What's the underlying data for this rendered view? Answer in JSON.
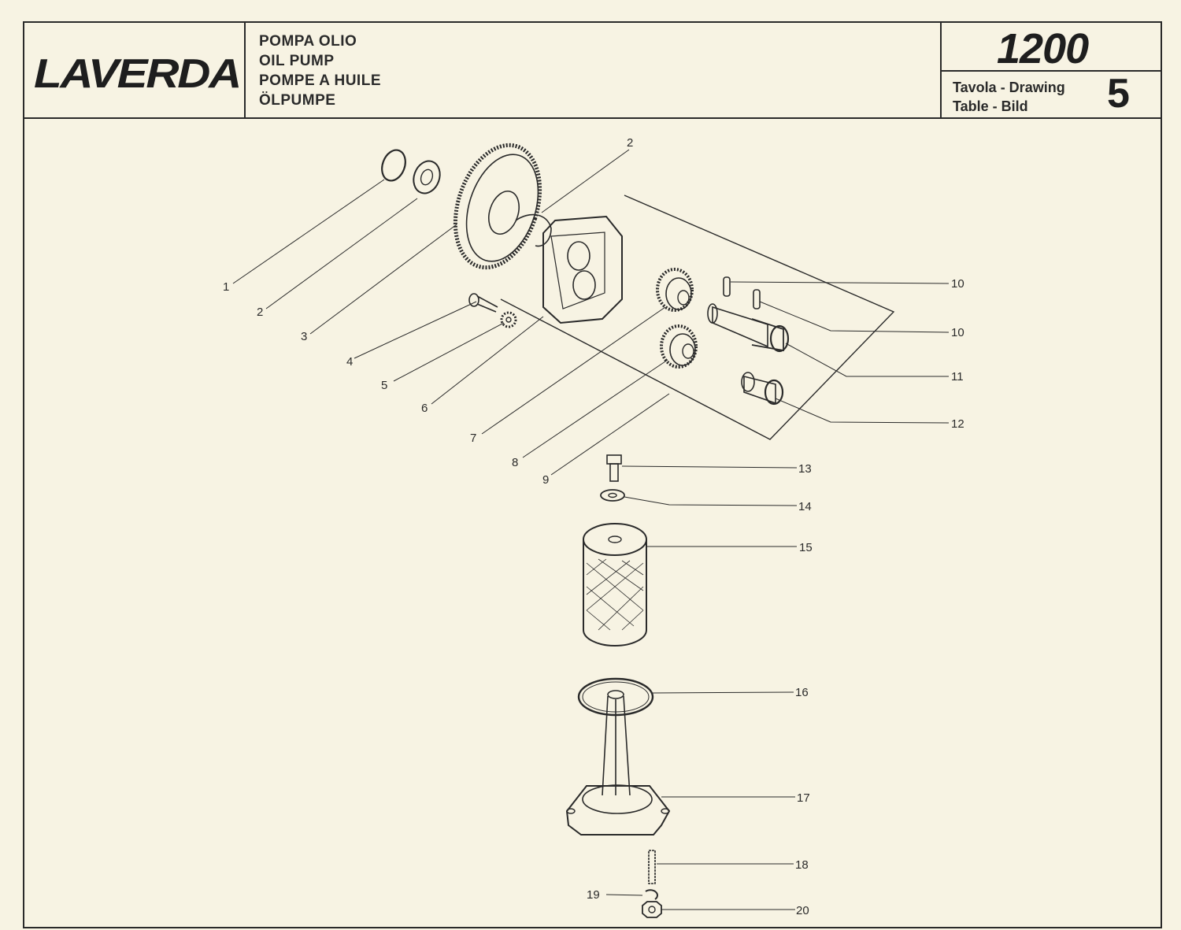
{
  "header": {
    "brand": "LAVERDA",
    "titles": [
      "POMPA OLIO",
      "OIL PUMP",
      "POMPE A HUILE",
      "ÖLPUMPE"
    ],
    "model": "1200",
    "table_label_1": "Tavola - Drawing",
    "table_label_2": "Table - Bild",
    "table_number": "5"
  },
  "callouts": [
    {
      "id": "c1",
      "label": "1"
    },
    {
      "id": "c2a",
      "label": "2"
    },
    {
      "id": "c2b",
      "label": "2"
    },
    {
      "id": "c3",
      "label": "3"
    },
    {
      "id": "c4",
      "label": "4"
    },
    {
      "id": "c5",
      "label": "5"
    },
    {
      "id": "c6",
      "label": "6"
    },
    {
      "id": "c7",
      "label": "7"
    },
    {
      "id": "c8",
      "label": "8"
    },
    {
      "id": "c9",
      "label": "9"
    },
    {
      "id": "c10a",
      "label": "10"
    },
    {
      "id": "c10b",
      "label": "10"
    },
    {
      "id": "c11",
      "label": "11"
    },
    {
      "id": "c12",
      "label": "12"
    },
    {
      "id": "c13",
      "label": "13"
    },
    {
      "id": "c14",
      "label": "14"
    },
    {
      "id": "c15",
      "label": "15"
    },
    {
      "id": "c16",
      "label": "16"
    },
    {
      "id": "c17",
      "label": "17"
    },
    {
      "id": "c18",
      "label": "18"
    },
    {
      "id": "c19",
      "label": "19"
    },
    {
      "id": "c20",
      "label": "20"
    }
  ],
  "colors": {
    "paper": "#f7f3e3",
    "ink": "#2a2a2a"
  }
}
